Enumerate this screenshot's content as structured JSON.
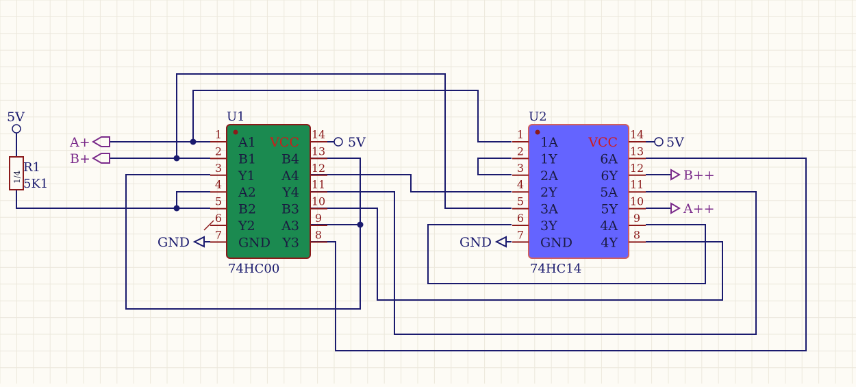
{
  "supply": {
    "label": "5V"
  },
  "ground": {
    "label": "GND"
  },
  "resistor": {
    "designator": "R1",
    "value": "5K1",
    "power": "1/4"
  },
  "ports": {
    "a_plus": "A+",
    "b_plus": "B+",
    "b_plus_plus": "B++",
    "a_plus_plus": "A++"
  },
  "u1": {
    "designator": "U1",
    "part": "74HC00",
    "color": "#1b8a50",
    "left_pins": [
      {
        "num": "1",
        "name": "A1"
      },
      {
        "num": "2",
        "name": "B1"
      },
      {
        "num": "3",
        "name": "Y1"
      },
      {
        "num": "4",
        "name": "A2"
      },
      {
        "num": "5",
        "name": "B2"
      },
      {
        "num": "6",
        "name": "Y2"
      },
      {
        "num": "7",
        "name": "GND"
      }
    ],
    "right_pins": [
      {
        "num": "14",
        "name": "VCC"
      },
      {
        "num": "13",
        "name": "B4"
      },
      {
        "num": "12",
        "name": "A4"
      },
      {
        "num": "11",
        "name": "Y4"
      },
      {
        "num": "10",
        "name": "B3"
      },
      {
        "num": "9",
        "name": "A3"
      },
      {
        "num": "8",
        "name": "Y3"
      }
    ]
  },
  "u2": {
    "designator": "U2",
    "part": "74HC14",
    "color": "#6464ff",
    "left_pins": [
      {
        "num": "1",
        "name": "1A"
      },
      {
        "num": "2",
        "name": "1Y"
      },
      {
        "num": "3",
        "name": "2A"
      },
      {
        "num": "4",
        "name": "2Y"
      },
      {
        "num": "5",
        "name": "3A"
      },
      {
        "num": "6",
        "name": "3Y"
      },
      {
        "num": "7",
        "name": "GND"
      }
    ],
    "right_pins": [
      {
        "num": "14",
        "name": "VCC"
      },
      {
        "num": "13",
        "name": "6A"
      },
      {
        "num": "12",
        "name": "6Y"
      },
      {
        "num": "11",
        "name": "5A"
      },
      {
        "num": "10",
        "name": "5Y"
      },
      {
        "num": "9",
        "name": "4A"
      },
      {
        "num": "8",
        "name": "4Y"
      }
    ]
  },
  "colors": {
    "wire": "#1a1a6e",
    "pin": "#8b1a1a",
    "port": "#7a2a8a",
    "vcc": "#d01a1a",
    "grid": "#ece8dc"
  }
}
